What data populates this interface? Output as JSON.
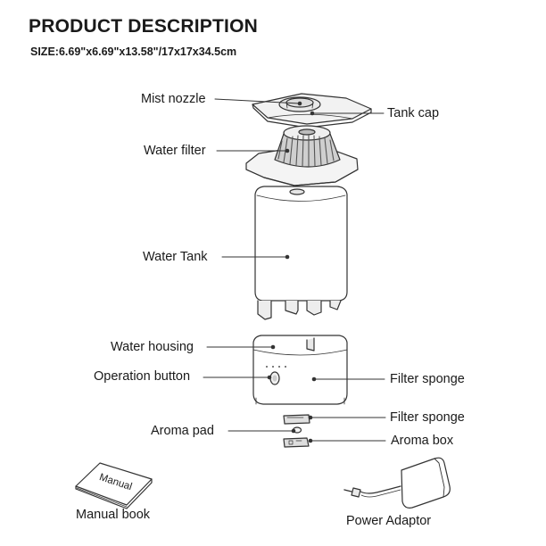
{
  "header": {
    "title": "PRODUCT DESCRIPTION",
    "size": "SIZE:6.69\"x6.69\"x13.58\"/17x17x34.5cm"
  },
  "labels": {
    "mist_nozzle": "Mist nozzle",
    "tank_cap": "Tank cap",
    "water_filter": "Water filter",
    "water_tank": "Water Tank",
    "water_housing": "Water housing",
    "operation_button": "Operation button",
    "filter_sponge_main": "Filter sponge",
    "filter_sponge_small": "Filter sponge",
    "aroma_pad": "Aroma pad",
    "aroma_box": "Aroma box",
    "manual_book": "Manual book",
    "power_adaptor": "Power Adaptor"
  },
  "booklet_text": "Manual",
  "colors": {
    "line": "#333333",
    "text": "#1a1a1a",
    "background": "#ffffff"
  }
}
